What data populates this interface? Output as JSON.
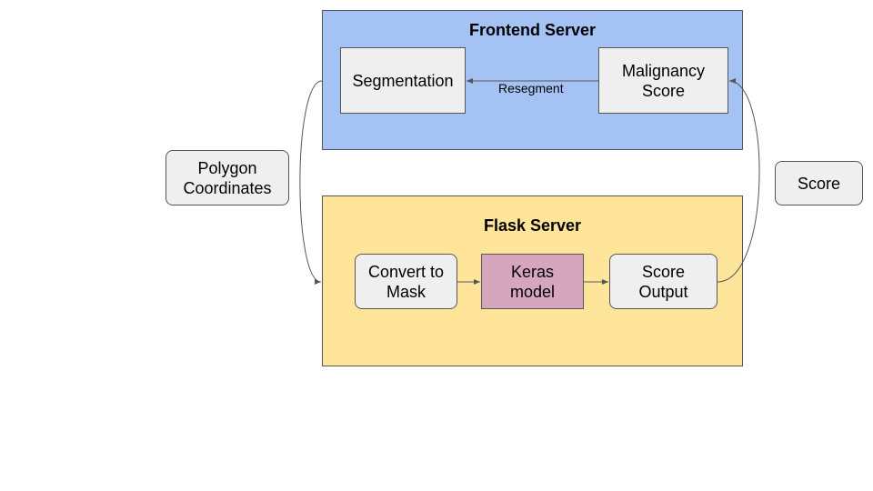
{
  "colors": {
    "frontend_fill": "#a4c2f4",
    "flask_fill": "#ffe599",
    "box_fill": "#efefef",
    "keras_fill": "#d5a6bd",
    "line": "#555555"
  },
  "frontend": {
    "title": "Frontend Server",
    "segmentation": "Segmentation",
    "malignancy": "Malignancy\nScore",
    "resegment_label": "Resegment"
  },
  "flask": {
    "title": "Flask Server",
    "convert": "Convert to\nMask",
    "keras": "Keras\nmodel",
    "score_output": "Score\nOutput"
  },
  "side_labels": {
    "polygon": "Polygon\nCoordinates",
    "score": "Score"
  }
}
